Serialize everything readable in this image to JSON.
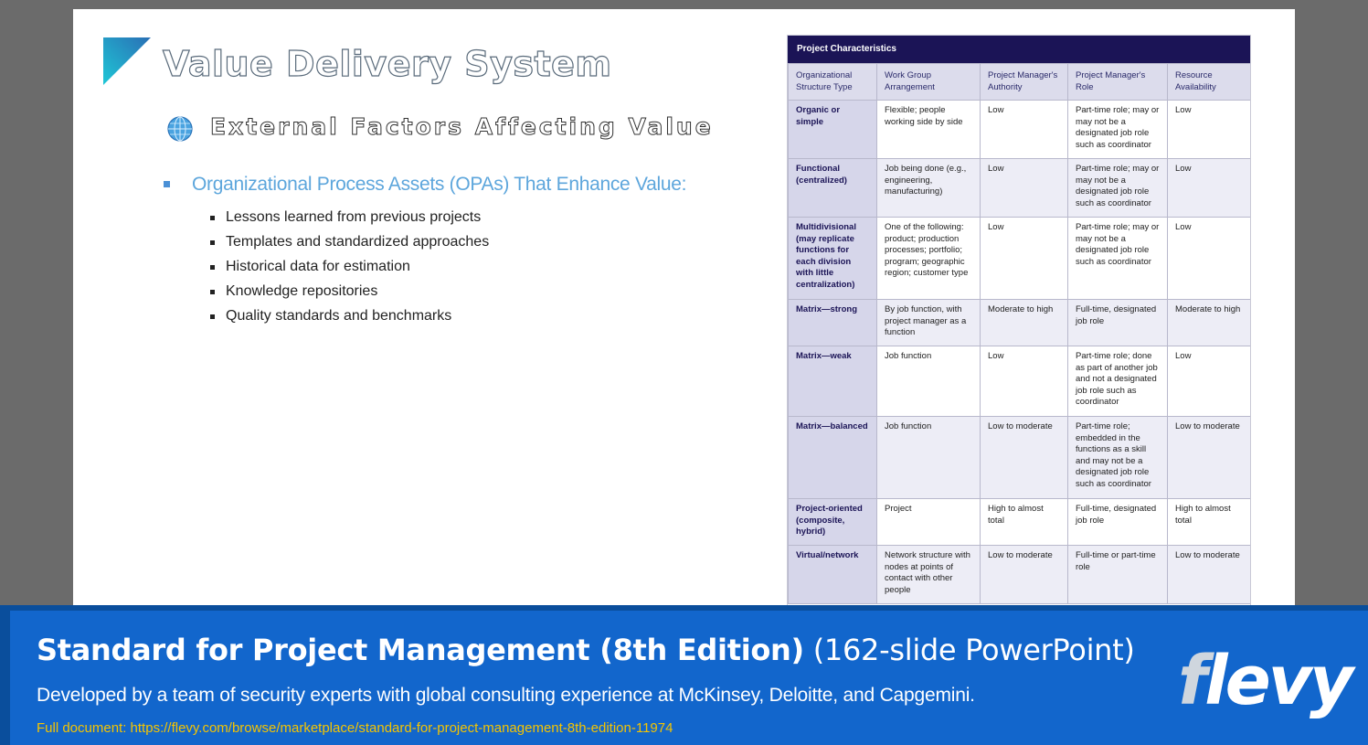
{
  "slide": {
    "title": "Value Delivery System",
    "subtitle": "External Factors Affecting Value",
    "opa_heading": "Organizational Process Assets (OPAs) That Enhance Value:",
    "bullets": [
      "Lessons learned from previous projects",
      "Templates and standardized approaches",
      "Historical data for estimation",
      "Knowledge repositories",
      "Quality standards and benchmarks"
    ],
    "icons": {
      "logo": "triangle-logo-icon",
      "subtitle": "globe-icon",
      "bullet": "square-bullet-icon"
    },
    "colors": {
      "accent_blue": "#5da6dc",
      "logo_teal": "#1fc7d6",
      "logo_blue": "#2a6fb5"
    }
  },
  "table": {
    "caption": "Project Characteristics",
    "headers": [
      "Organizational Structure Type",
      "Work Group Arrangement",
      "Project Manager's Authority",
      "Project Manager's Role",
      "Resource Availability"
    ],
    "rows": [
      [
        "Organic or simple",
        "Flexible; people working side by side",
        "Low",
        "Part-time role; may or may not be a designated job role such as coordinator",
        "Low"
      ],
      [
        "Functional (centralized)",
        "Job being done (e.g., engineering, manufacturing)",
        "Low",
        "Part-time role; may or may not be a designated job role such as coordinator",
        "Low"
      ],
      [
        "Multidivisional (may replicate functions for each division with little centralization)",
        "One of the following: product; production processes; portfolio; program; geographic region; customer type",
        "Low",
        "Part-time role; may or may not be a designated job role such as coordinator",
        "Low"
      ],
      [
        "Matrix—strong",
        "By job function, with project manager as a function",
        "Moderate to high",
        "Full-time, designated job role",
        "Moderate to high"
      ],
      [
        "Matrix—weak",
        "Job function",
        "Low",
        "Part-time role; done as part of another job and not a designated job role such as coordinator",
        "Low"
      ],
      [
        "Matrix—balanced",
        "Job function",
        "Low to moderate",
        "Part-time role; embedded in the functions as a skill and may not be a designated job role such as coordinator",
        "Low to moderate"
      ],
      [
        "Project-oriented (composite, hybrid)",
        "Project",
        "High to almost total",
        "Full-time, designated job role",
        "High to almost total"
      ],
      [
        "Virtual/network",
        "Network structure with nodes at points of contact with other people",
        "Low to moderate",
        "Full-time or part-time role",
        "Low to moderate"
      ]
    ],
    "colors": {
      "caption_bg": "#1b1456",
      "header_bg": "#dcdcec",
      "first_col_bg": "#d6d6ea"
    }
  },
  "banner": {
    "title_bold": "Standard for Project Management (8th Edition)",
    "title_rest": "(162-slide PowerPoint)",
    "description": "Developed by a team of security experts with global consulting experience at McKinsey, Deloitte, and Capgemini.",
    "link": "Full document: https://flevy.com/browse/marketplace/standard-for-project-management-8th-edition-11974",
    "logo_text_a": "f",
    "logo_text_b": "levy",
    "colors": {
      "bg": "#1266cc",
      "link": "#f5c400"
    }
  }
}
